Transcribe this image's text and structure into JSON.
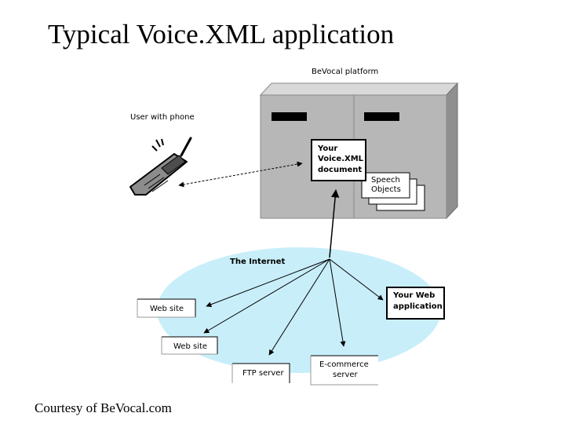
{
  "slide": {
    "title": "Typical Voice.XML application",
    "caption": "Courtesy of BeVocal.com"
  },
  "diagram": {
    "platform_label": "BeVocal platform",
    "user_label": "User with phone",
    "document_label": [
      "Your",
      "Voice.XML",
      "document"
    ],
    "speech_label": [
      "Speech",
      "Objects"
    ],
    "internet_label": "The Internet",
    "web_app_label": [
      "Your Web",
      "application"
    ],
    "web_site_1_label": "Web site",
    "web_site_2_label": "Web site",
    "ftp_label": "FTP server",
    "ecommerce_label": [
      "E-commerce",
      "server"
    ],
    "colors": {
      "cloud": "#c8eefa",
      "platform_front": "#b7b7b7",
      "platform_top": "#d9d9d9",
      "platform_side": "#8f8f8f",
      "slot": "#000000"
    }
  }
}
